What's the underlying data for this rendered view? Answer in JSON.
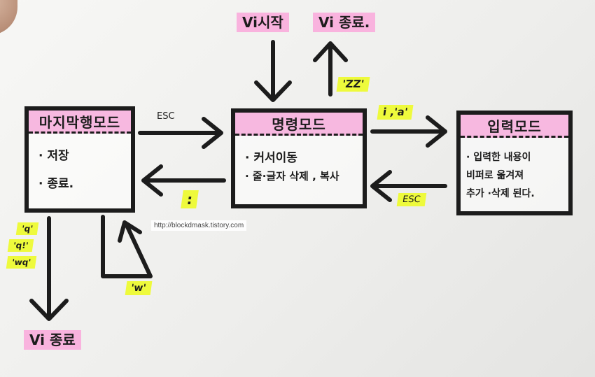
{
  "modes": {
    "lastline": {
      "title": "마지막행모드",
      "items": [
        "· 저장",
        "· 종료."
      ]
    },
    "command": {
      "title": "명령모드",
      "items": [
        "· 커서이동",
        "· 줄·글자 삭제 , 복사"
      ]
    },
    "insert": {
      "title": "입력모드",
      "items": [
        "· 입력한 내용이",
        "  비퍼로 옮겨져",
        "  추가 ·삭제 된다."
      ]
    }
  },
  "labels": {
    "vi_start": "Vi시작",
    "vi_end_top": "Vi 종료.",
    "zz": "'ZZ'",
    "esc_left": "ESC",
    "ia": "i ,'a'",
    "esc_right": "ESC",
    "colon": ":",
    "q_keys": [
      "'q'",
      "'q!'",
      "'wq'"
    ],
    "w": "'w'",
    "vi_end_bottom": "Vi 종료"
  },
  "watermark": "http://blockdmask.tistory.com"
}
